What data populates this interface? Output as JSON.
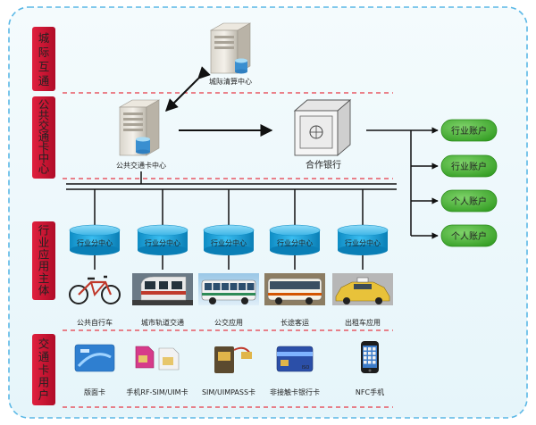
{
  "bands": [
    {
      "label": "城际互通"
    },
    {
      "label": "公共交通卡中心"
    },
    {
      "label": "行业应用主体"
    },
    {
      "label": "交通卡用户"
    }
  ],
  "nodes": {
    "clearing_center": "城际清算中心",
    "public_card_center": "公共交通卡中心",
    "partner_bank": "合作银行"
  },
  "accounts": [
    "行业账户",
    "行业账户",
    "个人账户",
    "个人账户"
  ],
  "sub_centers": [
    "行业分中心",
    "行业分中心",
    "行业分中心",
    "行业分中心",
    "行业分中心"
  ],
  "applications": [
    "公共自行车",
    "城市轨道交通",
    "公交应用",
    "长途客运",
    "出租车应用"
  ],
  "cards": [
    "版面卡",
    "手机RF-SIM/UIM卡",
    "SIM/UIMPASS卡",
    "非接触卡银行卡",
    "NFC手机"
  ],
  "card_marks": {
    "iso_mark": "ISO"
  },
  "colors": {
    "band": "#c8102e",
    "dash": "#e63946",
    "account": "#3fae2a",
    "cylinder": "#1aa3d9",
    "frame": "#5bb8e6"
  }
}
